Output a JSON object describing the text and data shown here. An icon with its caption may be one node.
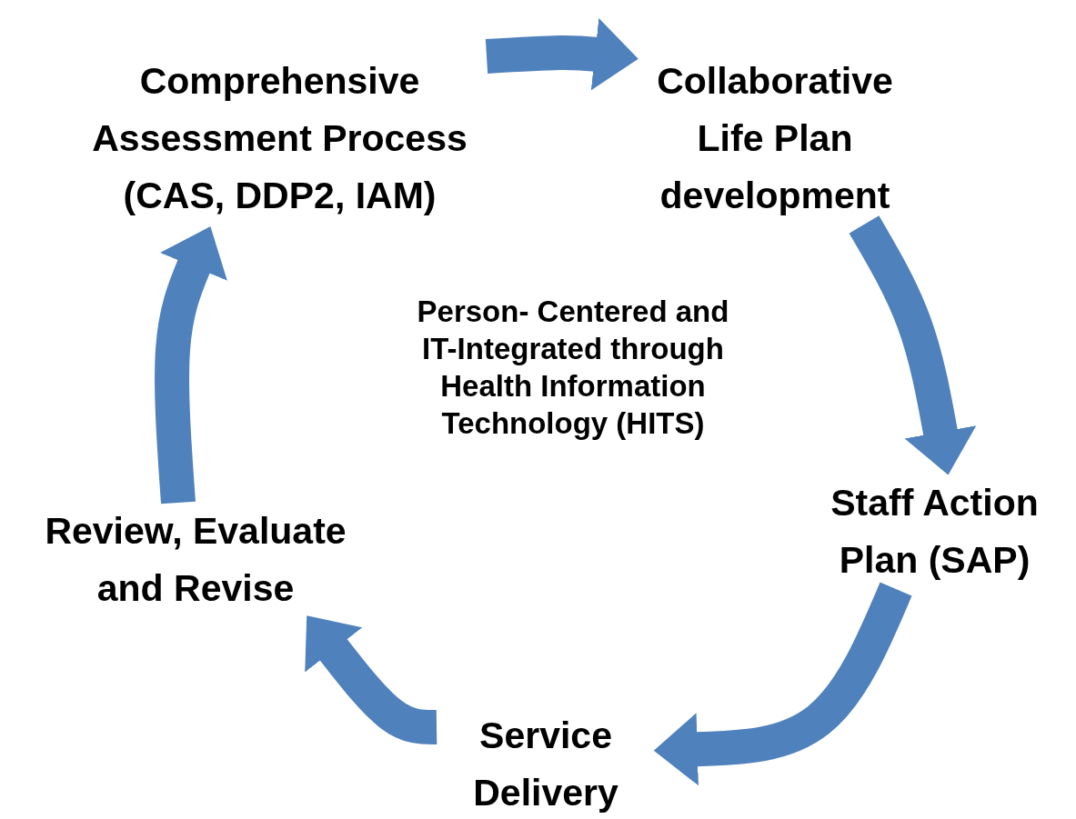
{
  "diagram": {
    "nodes": [
      {
        "text": [
          "Comprehensive Assessment Process (CAS, DDP2, IAM)"
        ]
      },
      {
        "text": [
          "Collaborative Life Plan development"
        ]
      },
      {
        "text": [
          "Staff Action Plan (SAP)"
        ]
      },
      {
        "text": [
          "Service Delivery"
        ]
      },
      {
        "text": [
          "Review, Evaluate and Revise"
        ]
      }
    ],
    "edges": [
      {
        "from": 0,
        "to": 1,
        "arrow": "to"
      },
      {
        "from": 1,
        "to": 2,
        "arrow": "to"
      },
      {
        "from": 2,
        "to": 3,
        "arrow": "to"
      },
      {
        "from": 3,
        "to": 4,
        "arrow": "to"
      },
      {
        "from": 4,
        "to": 0,
        "arrow": "to"
      }
    ],
    "labels": [
      "Person- Centered and IT-Integrated through Health Information Technology (HITS)"
    ]
  }
}
